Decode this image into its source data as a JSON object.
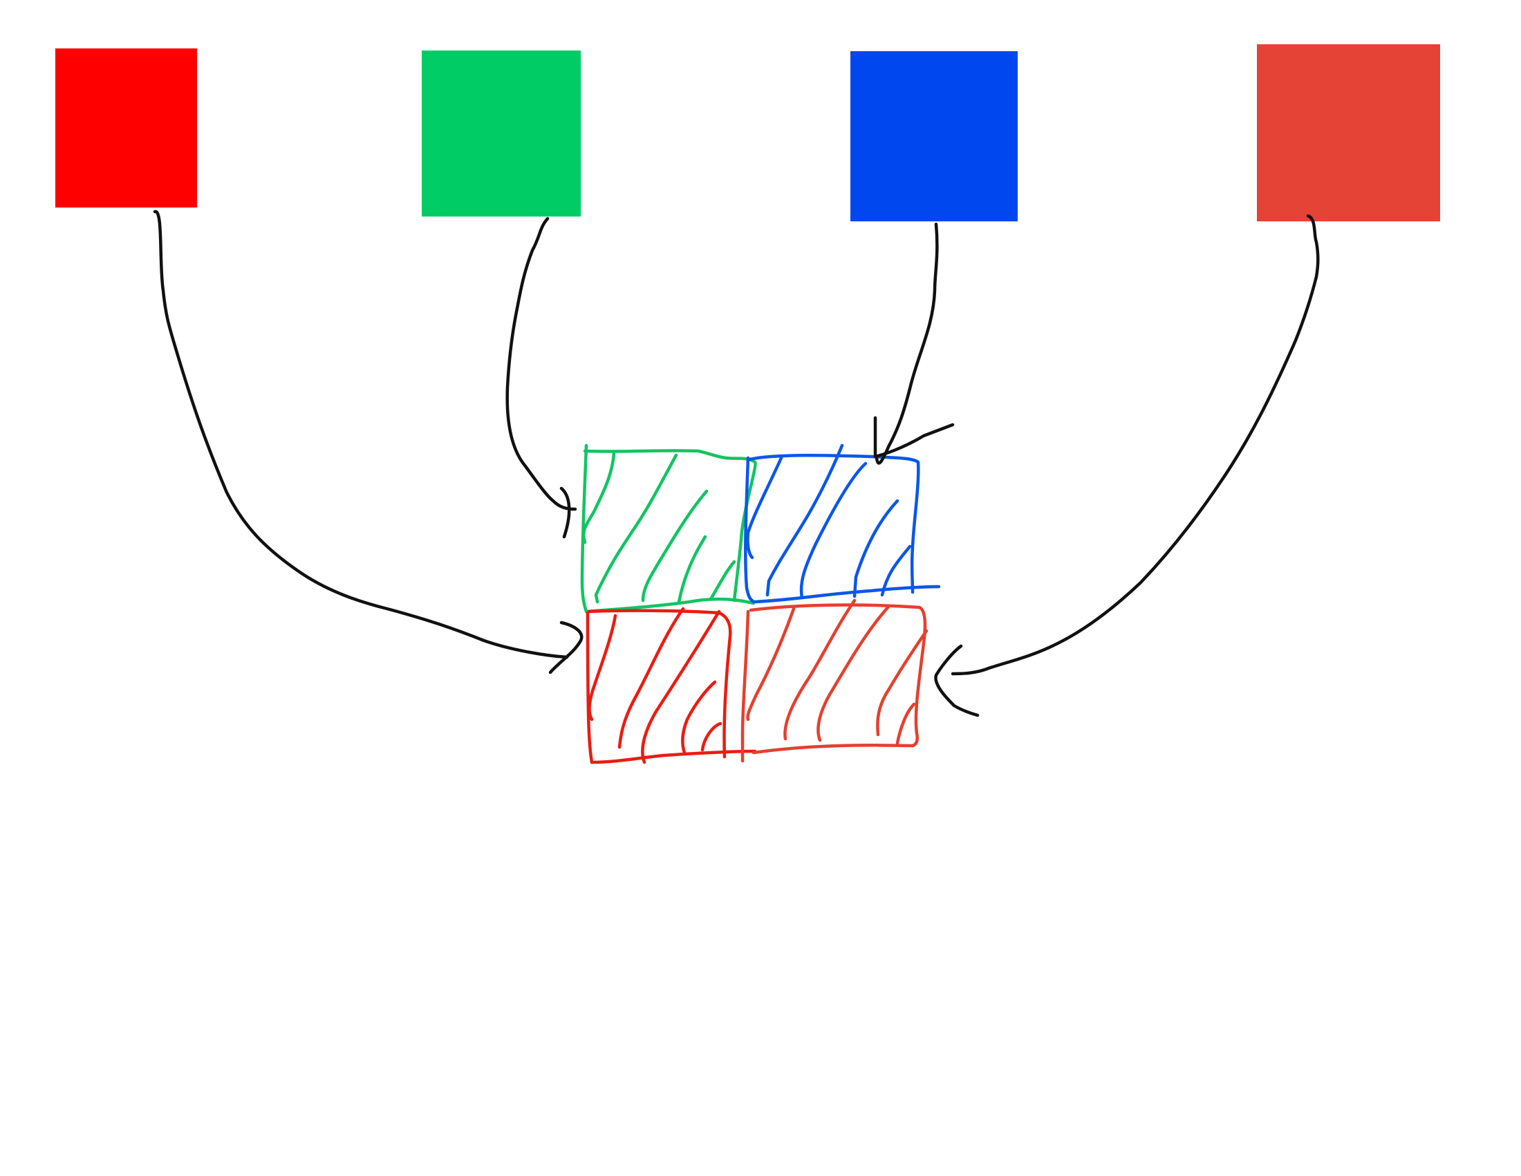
{
  "canvas": {
    "background": "#ffffff"
  },
  "colors": {
    "red": "#ff0000",
    "green": "#00cc66",
    "blue": "#0047f0",
    "coral": "#e44336",
    "stroke_green": "#12c463",
    "stroke_blue": "#0b57e8",
    "stroke_red": "#ea1c12",
    "stroke_coral": "#e4402f",
    "connector": "#111111"
  },
  "source_squares": [
    {
      "id": "red",
      "color": "#ff0000",
      "target": "bottom-left"
    },
    {
      "id": "green",
      "color": "#00cc66",
      "target": "top-left"
    },
    {
      "id": "blue",
      "color": "#0047f0",
      "target": "top-right"
    },
    {
      "id": "coral",
      "color": "#e44336",
      "target": "bottom-right"
    }
  ],
  "grid_cells": [
    {
      "position": "top-left",
      "color": "#12c463",
      "fill": "hatched"
    },
    {
      "position": "top-right",
      "color": "#0b57e8",
      "fill": "hatched"
    },
    {
      "position": "bottom-left",
      "color": "#ea1c12",
      "fill": "hatched"
    },
    {
      "position": "bottom-right",
      "color": "#e4402f",
      "fill": "hatched"
    }
  ]
}
